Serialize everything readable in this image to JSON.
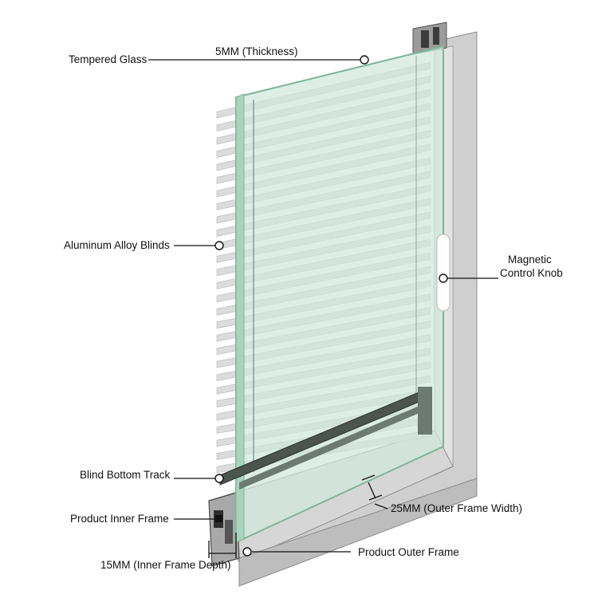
{
  "labels": {
    "tempered_glass": "Tempered Glass",
    "thickness": "5MM (Thickness)",
    "aluminum_blinds": "Aluminum Alloy Blinds",
    "magnetic_knob_line1": "Magnetic",
    "magnetic_knob_line2": "Control Knob",
    "bottom_track": "Blind Bottom Track",
    "inner_frame": "Product Inner Frame",
    "outer_frame_width": "25MM (Outer Frame Width)",
    "inner_frame_depth": "15MM (Inner Frame Depth)",
    "outer_frame": "Product Outer Frame"
  },
  "colors": {
    "glass": "#cfe8dc",
    "glass_edge": "#7fb59a",
    "frame": "#c9c9c9",
    "frame_dark": "#8c8c8c",
    "slat": "#dcdcdc",
    "track": "#4a5550"
  },
  "blinds": {
    "slat_count": 28
  }
}
